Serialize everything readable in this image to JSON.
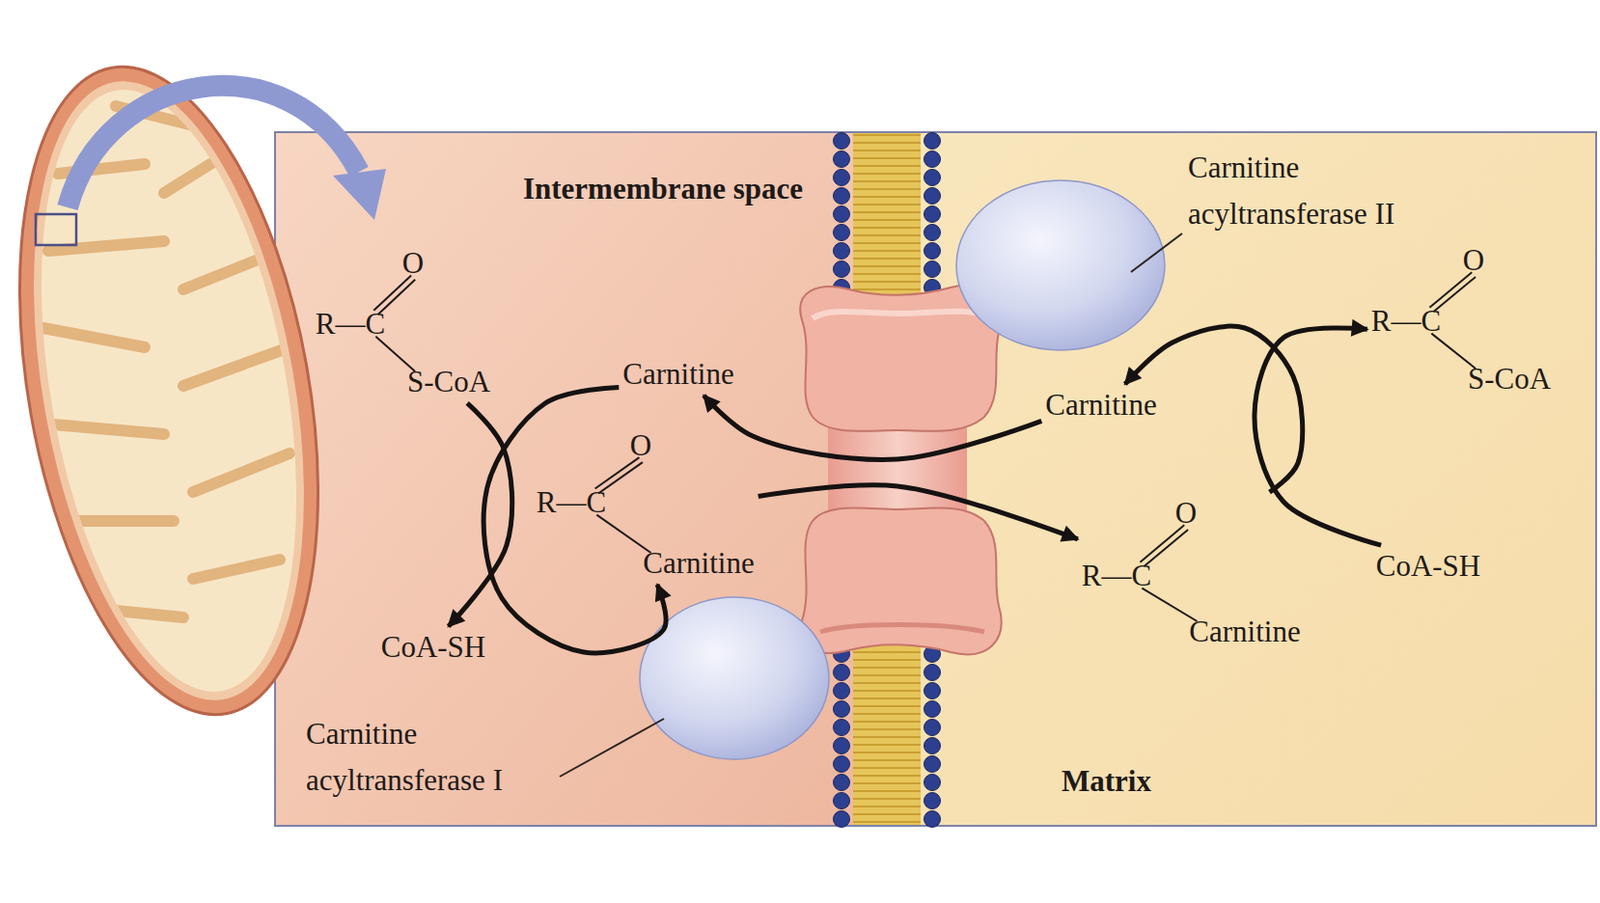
{
  "diagram": {
    "nodes": [
      {
        "text": [
          "O",
          "R—C",
          "S-CoA"
        ]
      },
      {
        "text": [
          "Carnitine"
        ]
      },
      {
        "text": [
          "O",
          "R—C",
          "Carnitine"
        ]
      },
      {
        "text": [
          "CoA-SH"
        ]
      },
      {
        "text": [
          "Carnitine"
        ]
      },
      {
        "text": [
          "O",
          "R—C",
          "S-CoA"
        ]
      },
      {
        "text": [
          "O",
          "R—C",
          "Carnitine"
        ]
      },
      {
        "text": [
          "CoA-SH"
        ]
      }
    ],
    "edges": [
      {
        "from": 0,
        "to": 3,
        "arrow": "to"
      },
      {
        "from": 1,
        "to": 2,
        "arrow": "to"
      },
      {
        "from": 4,
        "to": 1,
        "arrow": "to"
      },
      {
        "from": 2,
        "to": 6,
        "arrow": "to"
      },
      {
        "from": 6,
        "to": 4,
        "arrow": "to"
      },
      {
        "from": 7,
        "to": 5,
        "arrow": "to"
      }
    ],
    "labels": [
      "Intermembrane space",
      "Carnitine acyltransferase II",
      "Carnitine acyltransferase I",
      "Matrix"
    ]
  }
}
